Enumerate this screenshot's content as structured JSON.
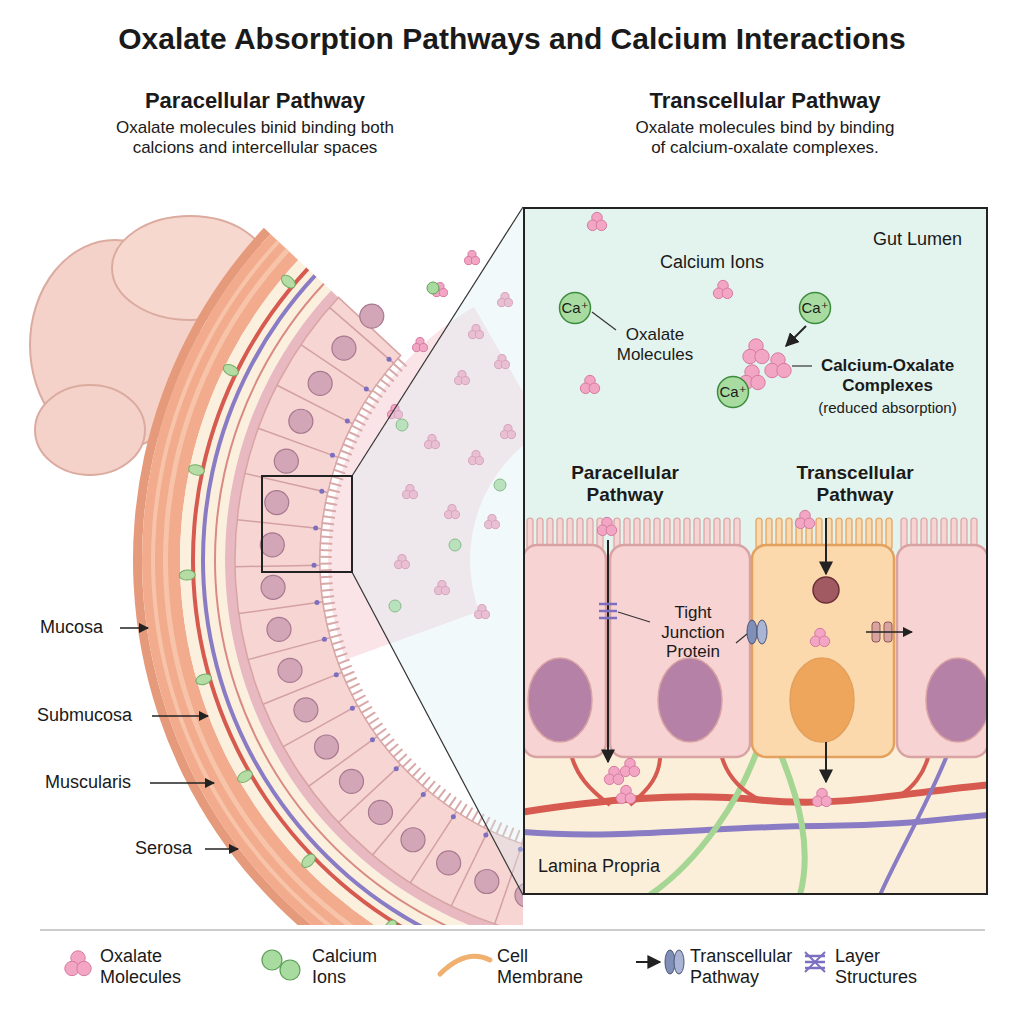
{
  "diagram": {
    "title": "Oxalate Absorption Pathways and Calcium Interactions",
    "nodes": [
      {
        "text": [
          "Gut Lumen"
        ]
      },
      {
        "text": [
          "Ca⁺"
        ],
        "in": 0
      },
      {
        "text": [
          "Ca⁺"
        ],
        "in": 0
      },
      {
        "text": [
          "Ca⁺"
        ],
        "in": 0
      }
    ],
    "labels": [
      "Paracellular Pathway",
      "Oxalate molecules binid binding both calcions and intercellular spaces",
      "Transcellular Pathway",
      "Oxalate molecules bind by binding of calcium-oxalate complexes.",
      "Calcium Ions",
      "Oxalate Molecules",
      "Calcium-Oxalate Complexes",
      "(reduced absorption)",
      "Paracellular Pathway",
      "Transcellular Pathway",
      "Tight Junction Protein",
      "Lamina Propria",
      "Mucosa",
      "Submucosa",
      "Muscularis",
      "Serosa"
    ],
    "legend": [
      {
        "text": "Oxalate Molecules",
        "color": "#f3a6c4"
      },
      {
        "text": "Calcium Ions",
        "color": "#a8dba0"
      },
      {
        "text": "Cell Membrane"
      },
      {
        "text": "Transcellular Pathway"
      },
      {
        "text": "Layer Structures"
      }
    ]
  }
}
